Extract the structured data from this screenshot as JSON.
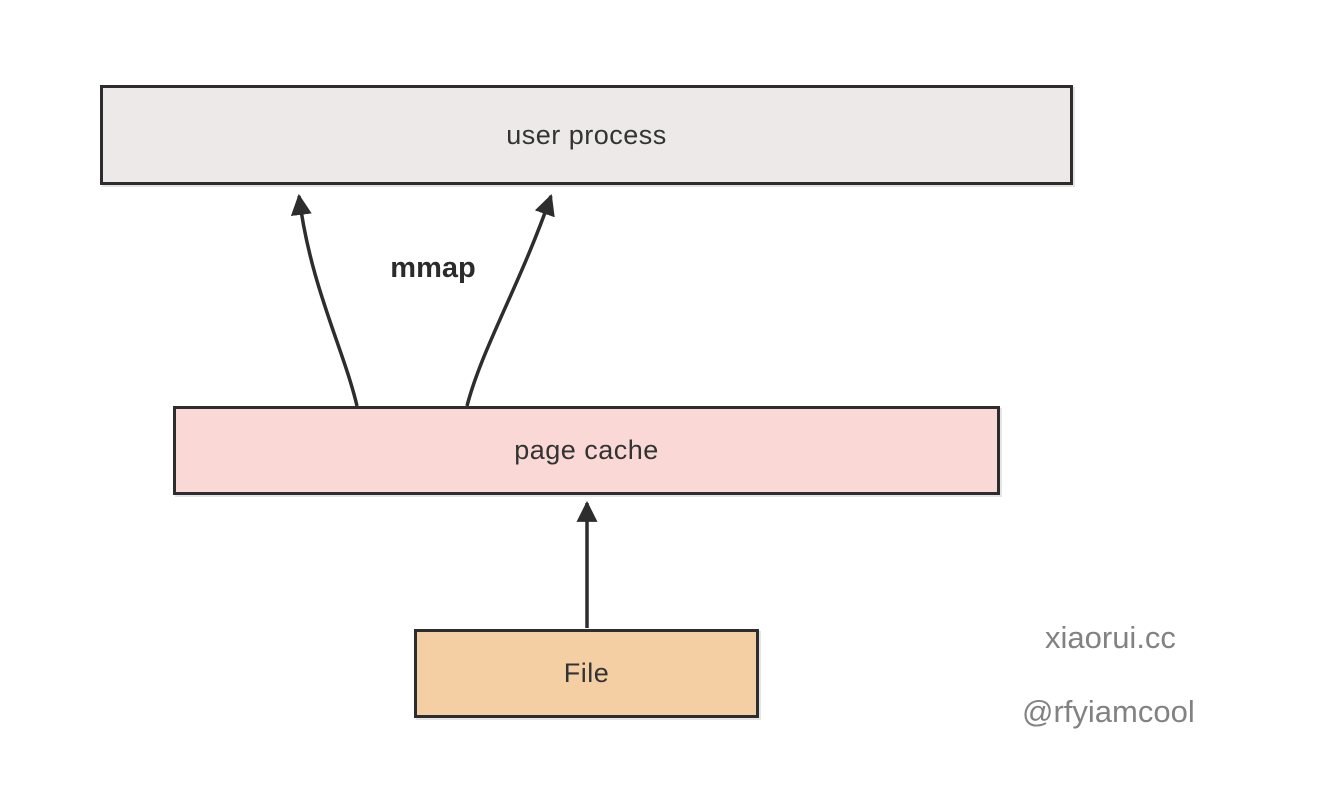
{
  "diagram": {
    "boxes": [
      {
        "id": "user-process",
        "label": "user process",
        "fill": "#ECE9E8",
        "border": "#2D2D2D"
      },
      {
        "id": "page-cache",
        "label": "page cache",
        "fill": "#F9D8D6",
        "border": "#2D2D2D"
      },
      {
        "id": "file",
        "label": "File",
        "fill": "#F5CFA4",
        "border": "#2D2D2D"
      }
    ],
    "arrows": [
      {
        "id": "mmap-left",
        "from": "page-cache",
        "to": "user-process",
        "style": "curved",
        "label": "mmap"
      },
      {
        "id": "mmap-right",
        "from": "page-cache",
        "to": "user-process",
        "style": "curved",
        "label": "mmap"
      },
      {
        "id": "file-to-page-cache",
        "from": "file",
        "to": "page-cache",
        "style": "straight",
        "label": ""
      }
    ],
    "mmap_label": "mmap",
    "arrow_color": "#2D2D2D",
    "text_color": "#333333"
  },
  "watermark": {
    "site": "xiaorui.cc",
    "handle": "@rfyiamcool",
    "color": "#828282"
  }
}
